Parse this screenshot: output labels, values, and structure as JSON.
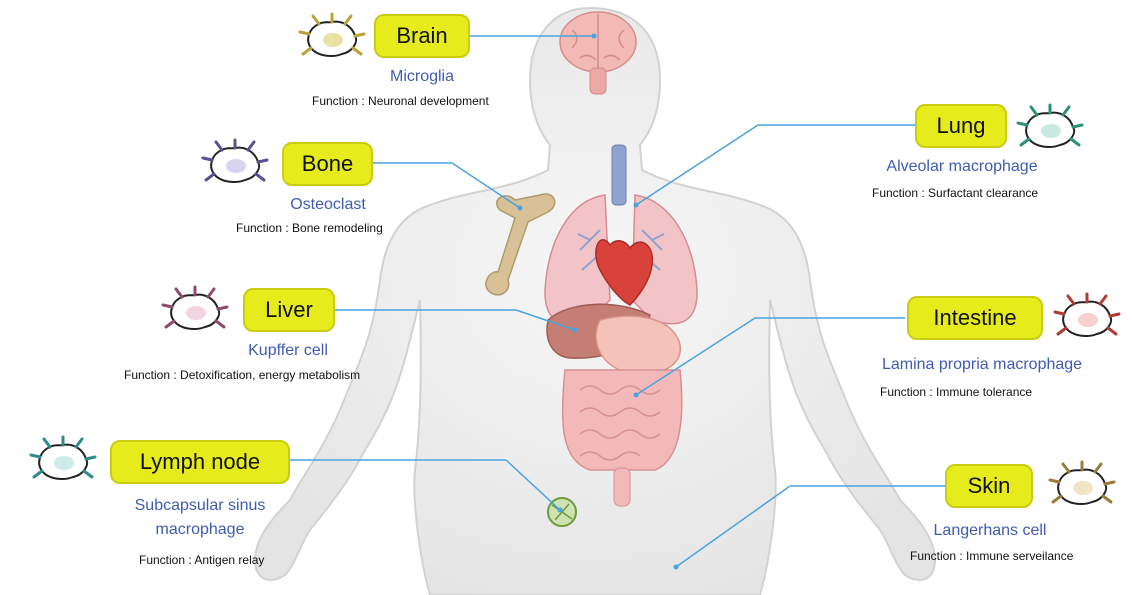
{
  "organs": {
    "brain": {
      "label": "Brain",
      "cell": "Microglia",
      "function": "Function : Neuronal development"
    },
    "lung": {
      "label": "Lung",
      "cell": "Alveolar macrophage",
      "function": "Function : Surfactant clearance"
    },
    "bone": {
      "label": "Bone",
      "cell": "Osteoclast",
      "function": "Function : Bone remodeling"
    },
    "liver": {
      "label": "Liver",
      "cell": "Kupffer cell",
      "function": "Function : Detoxification, energy metabolism"
    },
    "intestine": {
      "label": "Intestine",
      "cell": "Lamina propria macrophage",
      "function": "Function : Immune tolerance"
    },
    "lymph": {
      "label": "Lymph node",
      "cell_line1": "Subcapsular sinus",
      "cell_line2": "macrophage",
      "function": "Function : Antigen relay"
    },
    "skin": {
      "label": "Skin",
      "cell": "Langerhans cell",
      "function": "Function : Immune serveilance"
    }
  },
  "colors": {
    "label_fill": "#e6ec1c",
    "cell_text": "#3f5bb4",
    "leader_line": "#4aa3df",
    "body_fill": "#efefef"
  },
  "icons": [
    "macrophage-icon",
    "body-silhouette",
    "brain-icon",
    "lungs-icon",
    "heart-icon",
    "liver-icon",
    "stomach-icon",
    "intestine-icon",
    "femur-icon",
    "lymph-node-icon"
  ]
}
